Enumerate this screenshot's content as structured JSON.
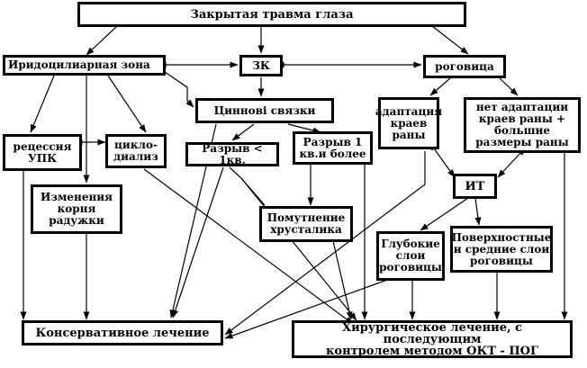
{
  "nodes": {
    "n_top": "Закрытая травма глаза",
    "n_irido": "Иридоцилиарная зона",
    "n_zk": "ЗК",
    "n_rog": "роговица",
    "n_cinn": "Циннові связки",
    "n_adapt": "адаптация\nкраев\nраны",
    "n_netadapt": "нет адаптации\nкраев раны +\nбольшие\nразмеры раны",
    "n_recess": "рецессия\nУПК",
    "n_cyclo": "цикло-\nдиализ",
    "n_razryv1": "Разрыв < 1кв.",
    "n_razryv2": "Разрыв 1\nкв.и более",
    "n_it": "ИТ",
    "n_izmen": "Изменения\nкорня\nрадужки",
    "n_pomut": "Помутнение\nхрусталика",
    "n_glub": "Глубокие\nслои\nроговицы",
    "n_pover": "Поверхностные\nи средние слои\nроговицы",
    "n_kons": "Консервативное лечение",
    "n_hir": "Хирургическое лечение, с последующим\nконтролем методом ОКТ - ПОГ"
  }
}
